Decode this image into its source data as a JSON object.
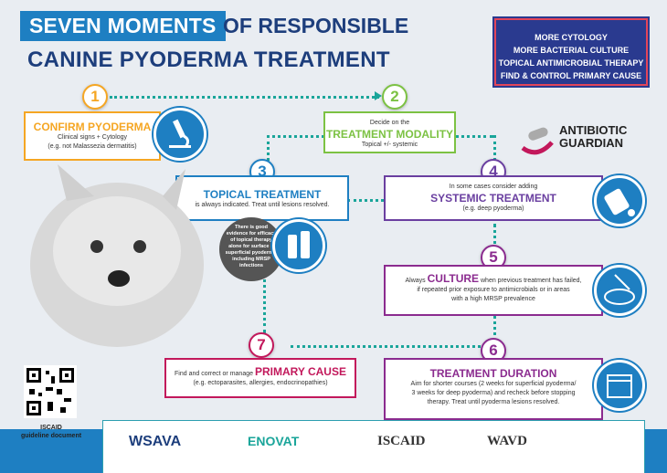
{
  "title": {
    "highlight": "SEVEN MOMENTS",
    "rest": "OF RESPONSIBLE",
    "line2": "CANINE PYODERMA TREATMENT"
  },
  "summary": [
    "MORE CYTOLOGY",
    "MORE BACTERIAL CULTURE",
    "TOPICAL ANTIMICROBIAL THERAPY",
    "FIND & CONTROL PRIMARY CAUSE"
  ],
  "steps": [
    {
      "num": "1",
      "color": "#f5a623",
      "title": "CONFIRM PYODERMA",
      "text1": "Clinical signs + Cytology",
      "text2": "(e.g. not Malassezia dermatitis)"
    },
    {
      "num": "2",
      "color": "#7cc243",
      "pre": "Decide on the",
      "title": "TREATMENT MODALITY",
      "text1": "Topical +/- systemic"
    },
    {
      "num": "3",
      "color": "#1e7fc2",
      "title": "TOPICAL TREATMENT",
      "text1": "is always indicated. Treat until lesions resolved."
    },
    {
      "num": "4",
      "color": "#6a3fa0",
      "pre": "In some cases consider adding",
      "title": "SYSTEMIC TREATMENT",
      "text1": "(e.g. deep pyoderma)"
    },
    {
      "num": "5",
      "color": "#8b2b8f",
      "pre": "Always",
      "title": "CULTURE",
      "text1": "when previous treatment has failed,",
      "text2": "if repeated prior exposure to antimicrobials or in areas",
      "text3": "with a high MRSP prevalence"
    },
    {
      "num": "6",
      "color": "#8b2b8f",
      "title": "TREATMENT DURATION",
      "text1": "Aim for shorter courses (2 weeks for superficial pyoderma/",
      "text2": "3 weeks for deep pyoderma) and recheck before stopping",
      "text3": "therapy. Treat until pyoderma lesions resolved."
    },
    {
      "num": "7",
      "color": "#c2185b",
      "pre": "Find and correct or manage",
      "title": "PRIMARY CAUSE",
      "text1": "(e.g. ectoparasites, allergies, endocrinopathies)"
    }
  ],
  "evidence_note": "There is good evidence for efficacy of topical therapy alone for surface & superficial pyoderma, including MRSP infections",
  "antibiotic_guardian": {
    "line1": "ANTIBIOTIC",
    "line2": "GUARDIAN"
  },
  "qr_label": {
    "line1": "ISCAID",
    "line2": "guideline document"
  },
  "logos": {
    "wsava": "WSAVA",
    "enovat": "ENOVAT",
    "iscaid": "ISCAID",
    "wavd": "WAVD"
  },
  "colors": {
    "navy": "#1d3e7c",
    "blue": "#1e7fc2",
    "teal": "#1aa59a",
    "orange": "#f5a623",
    "green": "#7cc243",
    "purple": "#6a3fa0",
    "magenta": "#8b2b8f",
    "red": "#c2185b"
  }
}
